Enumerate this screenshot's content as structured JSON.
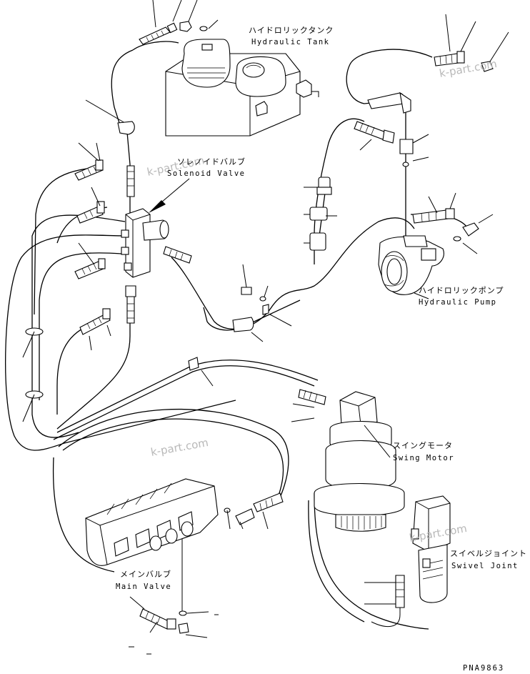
{
  "labels": {
    "hydraulic_tank_jp": "ハイドロリックタンク",
    "hydraulic_tank_en": "Hydraulic Tank",
    "solenoid_valve_jp": "ソレノイドバルブ",
    "solenoid_valve_en": "Solenoid Valve",
    "hydraulic_pump_jp": "ハイドロリックポンプ",
    "hydraulic_pump_en": "Hydraulic Pump",
    "swing_motor_jp": "スイングモータ",
    "swing_motor_en": "Swing Motor",
    "swivel_joint_jp": "スイベルジョイント",
    "swivel_joint_en": "Swivel Joint",
    "main_valve_jp": "メインバルブ",
    "main_valve_en": "Main Valve"
  },
  "watermark": "k-part.com",
  "drawing_code": "PNA9863"
}
